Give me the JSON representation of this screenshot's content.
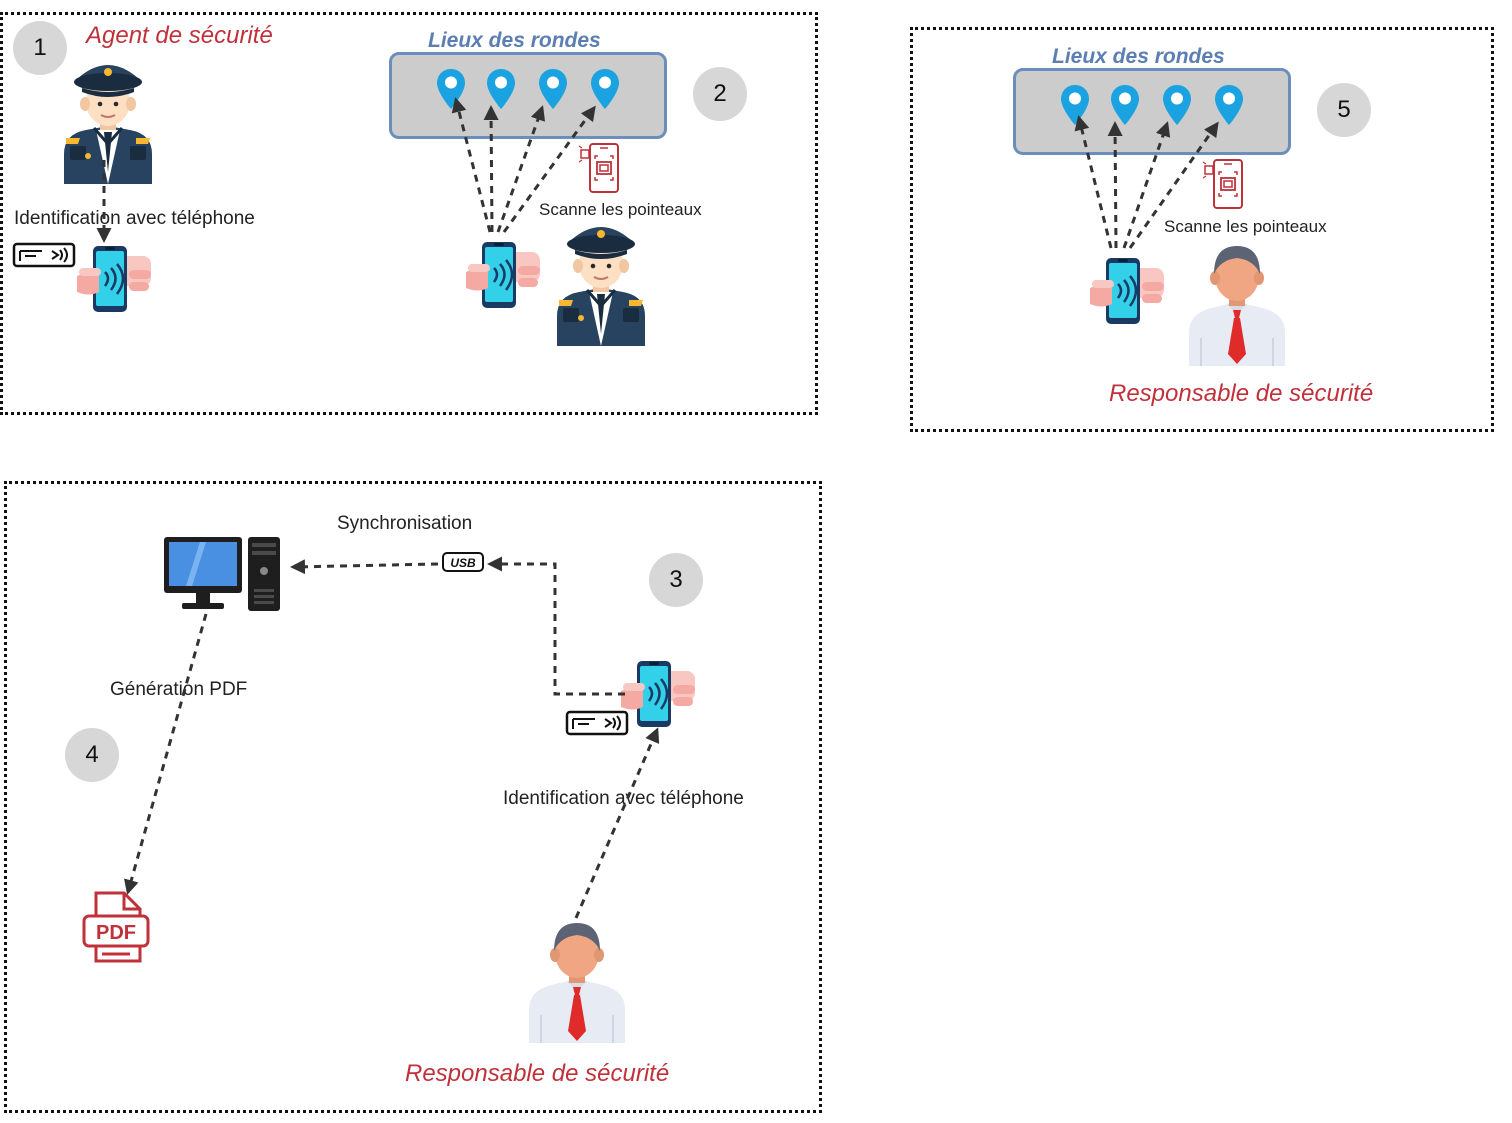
{
  "panel_agent": {
    "step": "1",
    "title": "Agent de sécurité",
    "identification_label": "Identification avec téléphone",
    "places_title": "Lieux des rondes",
    "scan_step": "2",
    "scan_label": "Scanne les pointeaux"
  },
  "panel_manager_scan": {
    "places_title": "Lieux des rondes",
    "step": "5",
    "scan_label": "Scanne les pointeaux",
    "role_title": "Responsable de sécurité"
  },
  "panel_sync": {
    "sync_label": "Synchronisation",
    "usb_text": "USB",
    "step_sync": "3",
    "pdf_label": "Génération PDF",
    "step_pdf": "4",
    "pdf_text": "PDF",
    "identification_label": "Identification avec téléphone",
    "role_title": "Responsable de sécurité"
  },
  "colors": {
    "red_title": "#c0313a",
    "blue_title": "#5b7fb2",
    "pin": "#1aa3e0",
    "places_fill": "#cccccc",
    "places_border": "#6c8ebf",
    "badge": "#d7d7d7"
  }
}
